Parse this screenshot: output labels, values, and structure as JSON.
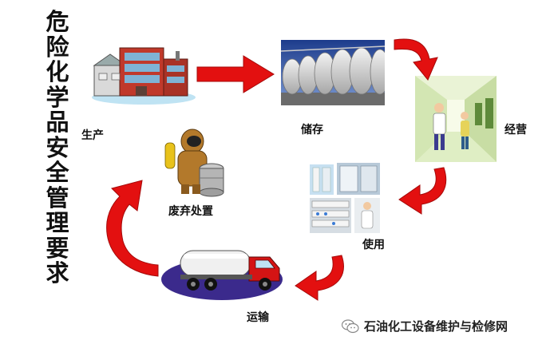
{
  "title_chars": [
    "危",
    "险",
    "化",
    "学",
    "品",
    "安",
    "全",
    "管",
    "理",
    "要",
    "求"
  ],
  "stages": {
    "production": "生产",
    "storage": "储存",
    "operation": "经营",
    "use": "使用",
    "transport": "运输",
    "disposal": "废弃处置"
  },
  "watermark": "石油化工设备维护与检修网",
  "colors": {
    "arrow": "#e31010",
    "arrow_dark": "#a50a0a"
  },
  "icons": {
    "production": "factory-icon",
    "storage": "storage-tanks-icon",
    "operation": "business-corridor-icon",
    "use": "laboratory-icon",
    "transport": "tanker-truck-icon",
    "disposal": "hazmat-worker-icon",
    "watermark": "wechat-icon"
  }
}
